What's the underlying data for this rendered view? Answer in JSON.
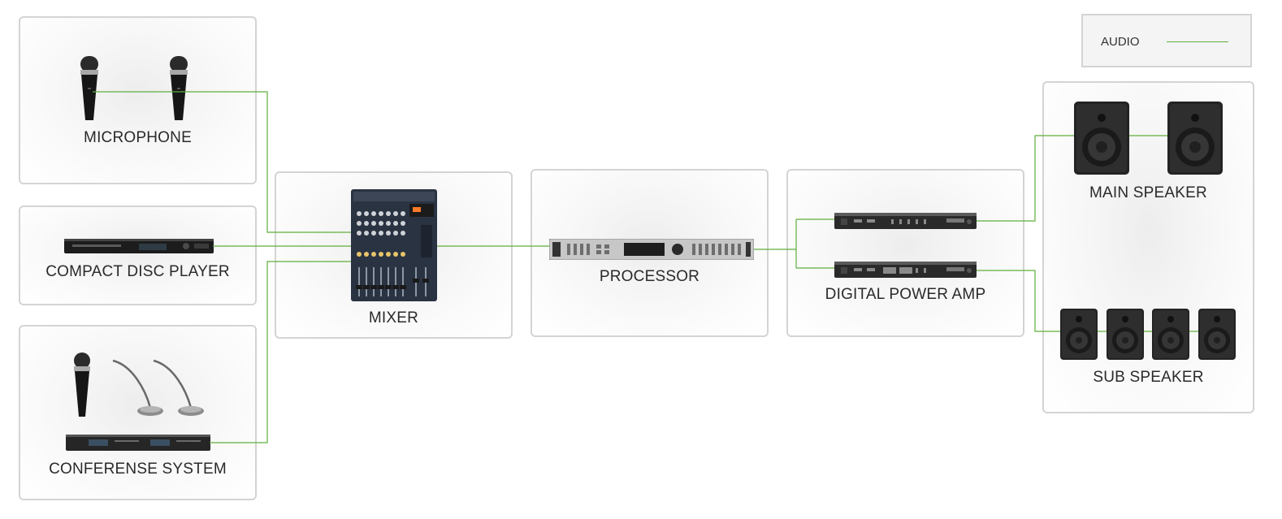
{
  "legend": {
    "label": "AUDIO",
    "line_color": "#5fae3c"
  },
  "nodes": {
    "microphone": {
      "label": "MICROPHONE",
      "icon": "microphone-icon"
    },
    "cd_player": {
      "label": "COMPACT DISC PLAYER",
      "icon": "cd-player-icon"
    },
    "conference": {
      "label": "CONFERENSE SYSTEM",
      "icon": "conference-system-icon"
    },
    "mixer": {
      "label": "MIXER",
      "icon": "mixer-icon"
    },
    "processor": {
      "label": "PROCESSOR",
      "icon": "processor-icon"
    },
    "power_amp": {
      "label": "DIGITAL POWER AMP",
      "icon": "power-amp-icon"
    },
    "main_speaker": {
      "label": "MAIN SPEAKER",
      "icon": "speaker-icon"
    },
    "sub_speaker": {
      "label": "SUB SPEAKER",
      "icon": "speaker-icon"
    }
  },
  "colors": {
    "wire": "#5fae3c",
    "border": "#d4d4d4"
  }
}
